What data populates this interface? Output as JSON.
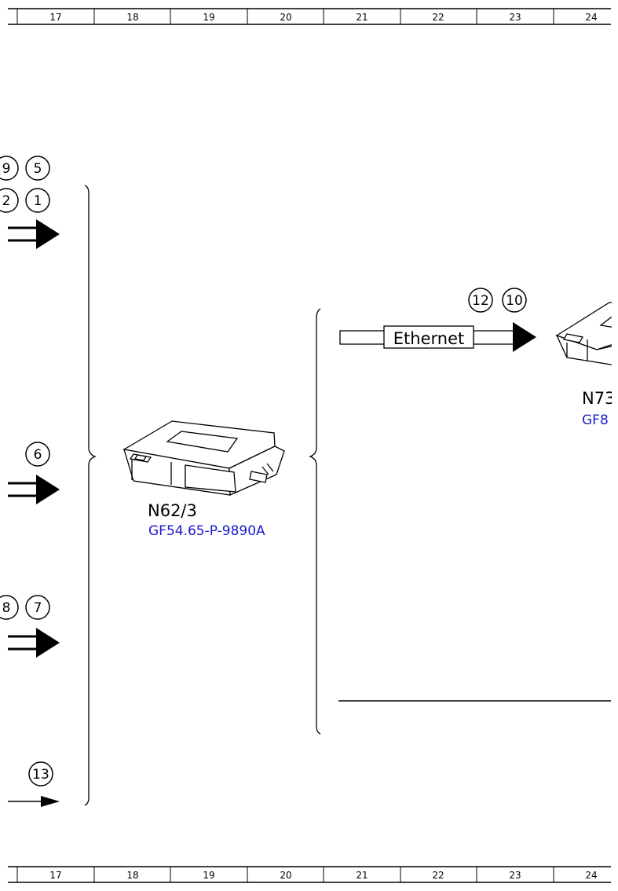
{
  "ruler_top": [
    "17",
    "18",
    "19",
    "20",
    "21",
    "22",
    "23",
    "24"
  ],
  "ruler_bottom": [
    "17",
    "18",
    "19",
    "20",
    "21",
    "22",
    "23",
    "24"
  ],
  "markers": {
    "m9": "9",
    "m5": "5",
    "m2": "2",
    "m1": "1",
    "m6": "6",
    "m8": "8",
    "m7": "7",
    "m13": "13",
    "m12": "12",
    "m10": "10"
  },
  "ethernet_label": "Ethernet",
  "components": {
    "n62": {
      "name": "N62/3",
      "ref": "GF54.65-P-9890A"
    },
    "n73": {
      "name": "N73",
      "ref": "GF8"
    }
  }
}
